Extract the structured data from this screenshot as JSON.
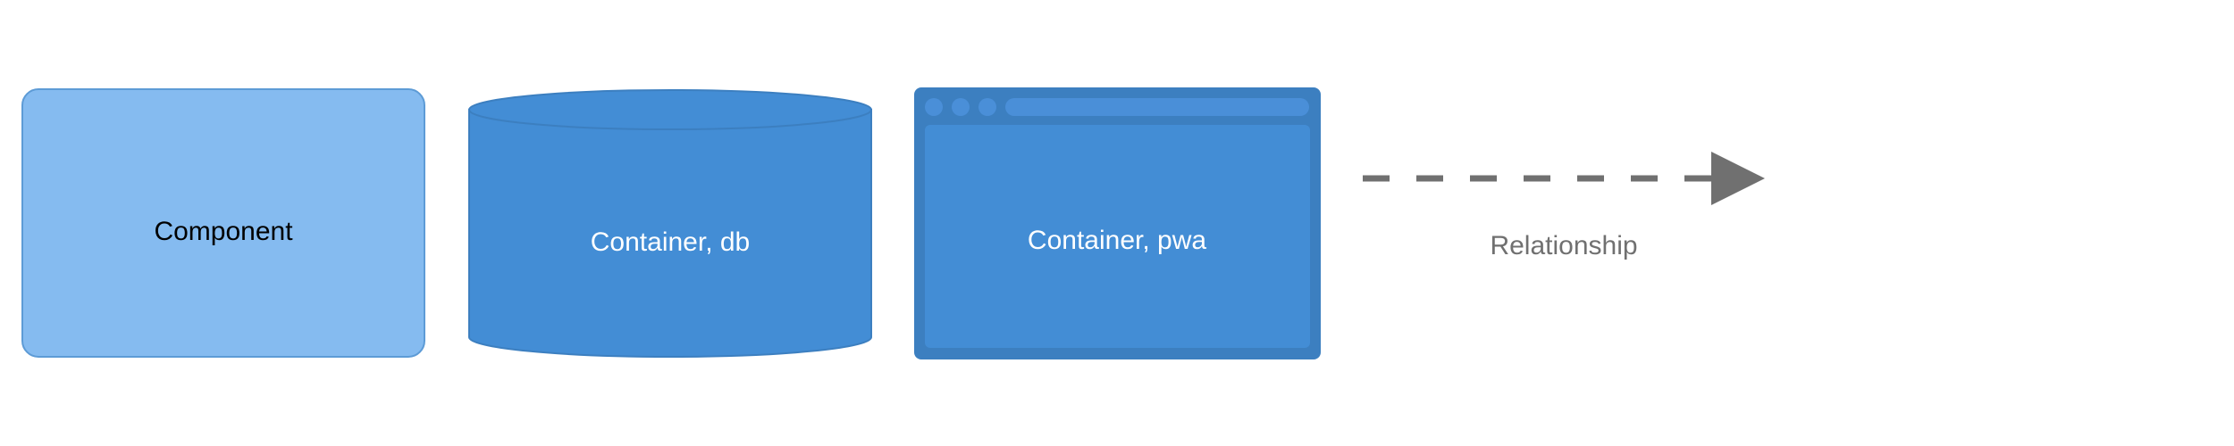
{
  "legend": {
    "component": {
      "label": "Component",
      "fill": "#85BBF0",
      "stroke": "#5D9BD6",
      "text_color": "#000000"
    },
    "container_db": {
      "label": "Container, db",
      "fill": "#438DD5",
      "stroke": "#3C7FC0",
      "text_color": "#FFFFFF"
    },
    "container_pwa": {
      "label": "Container, pwa",
      "fill": "#438DD5",
      "frame": "#3C7FC0",
      "text_color": "#FFFFFF"
    },
    "relationship": {
      "label": "Relationship",
      "color": "#707070",
      "style": "dashed"
    }
  }
}
